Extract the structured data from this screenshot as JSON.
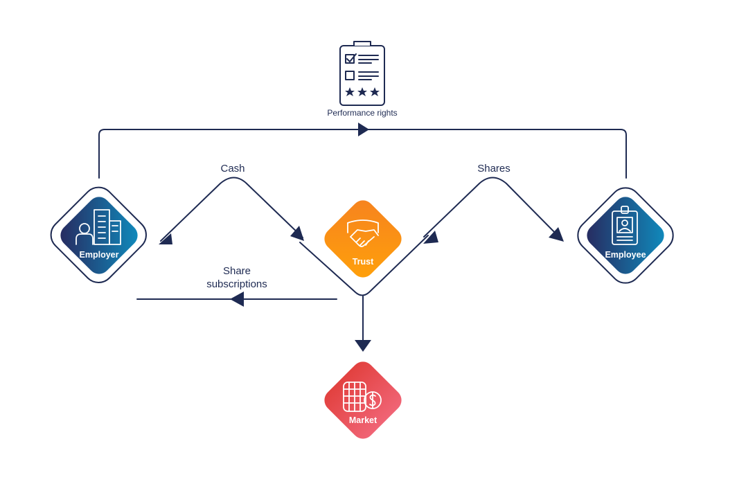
{
  "nodes": {
    "employer": {
      "label": "Employer",
      "icon": "building-person-icon",
      "colors": [
        "#28275c",
        "#0f8ec0"
      ]
    },
    "trust": {
      "label": "Trust",
      "icon": "handshake-icon",
      "colors": [
        "#f6821f",
        "#ffa10a"
      ]
    },
    "employee": {
      "label": "Employee",
      "icon": "id-badge-icon",
      "colors": [
        "#28275c",
        "#0f8ec0"
      ]
    },
    "market": {
      "label": "Market",
      "icon": "coins-icon",
      "colors": [
        "#e2413f",
        "#f06475"
      ]
    }
  },
  "edges": {
    "performance_rights": "Performance rights",
    "cash": "Cash",
    "shares": "Shares",
    "share_subscriptions_line1": "Share",
    "share_subscriptions_line2": "subscriptions"
  },
  "line_color": "#1e2a52"
}
